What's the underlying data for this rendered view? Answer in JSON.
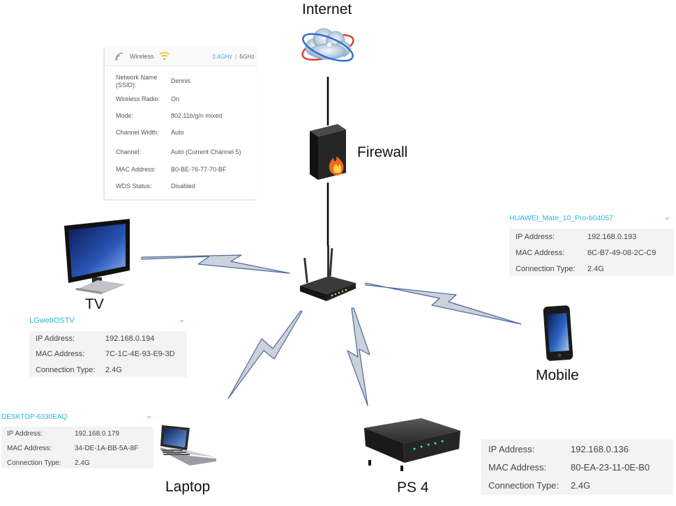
{
  "nodes": {
    "internet": "Internet",
    "firewall": "Firewall",
    "tv": "TV",
    "mobile": "Mobile",
    "laptop": "Laptop",
    "ps4": "PS 4"
  },
  "wireless": {
    "title": "Wireless",
    "band_24": "2.4GHz",
    "band_sep": "|",
    "band_5": "5GHz",
    "rows": [
      {
        "k": "Network Name (SSID):",
        "v": "Dennis"
      },
      {
        "k": "Wireless Radio:",
        "v": "On"
      },
      {
        "k": "Mode:",
        "v": "802.11b/g/n mixed"
      },
      {
        "k": "Channel Width:",
        "v": "Auto"
      },
      {
        "k": "Channel:",
        "v": "Auto (Current Channel 5)"
      },
      {
        "k": "MAC Address:",
        "v": "B0-BE-76-77-70-BF"
      },
      {
        "k": "WDS Status:",
        "v": "Disabled"
      }
    ]
  },
  "devices": {
    "huawei": {
      "name": "HUAWEI_Mate_10_Pro-b04057",
      "ip_label": "IP Address:",
      "ip": "192.168.0.193",
      "mac_label": "MAC Address:",
      "mac": "6C-B7-49-08-2C-C9",
      "conn_label": "Connection Type:",
      "conn": "2.4G"
    },
    "lg": {
      "name": "LGwebOSTV",
      "ip_label": "IP Address:",
      "ip": "192.168.0.194",
      "mac_label": "MAC Address:",
      "mac": "7C-1C-4E-93-E9-3D",
      "conn_label": "Connection Type:",
      "conn": "2.4G"
    },
    "desktop": {
      "name": "DESKTOP-6330EAQ",
      "ip_label": "IP Address:",
      "ip": "192.168.0.179",
      "mac_label": "MAC Address:",
      "mac": "34-DE-1A-BB-5A-8F",
      "conn_label": "Connection Type:",
      "conn": "2.4G"
    },
    "ps4": {
      "ip_label": "IP Address:",
      "ip": "192.168.0.136",
      "mac_label": "MAC Address:",
      "mac": "80-EA-23-11-0E-B0",
      "conn_label": "Connection Type:",
      "conn": "2.4G"
    }
  },
  "icons": {
    "chevron": "⌄",
    "internet": "cloud-globe-icon",
    "firewall": "firewall-icon",
    "router": "wireless-router-icon",
    "tv": "monitor-icon",
    "mobile": "smartphone-icon",
    "laptop": "laptop-icon",
    "ps4": "console-icon",
    "wifi": "wifi-icon",
    "signal": "signal-icon"
  },
  "colors": {
    "accent": "#29b6d8",
    "link_fill": "#ccd1da",
    "link_stroke": "#4a6a9e",
    "wifi": "#f2c12e"
  }
}
